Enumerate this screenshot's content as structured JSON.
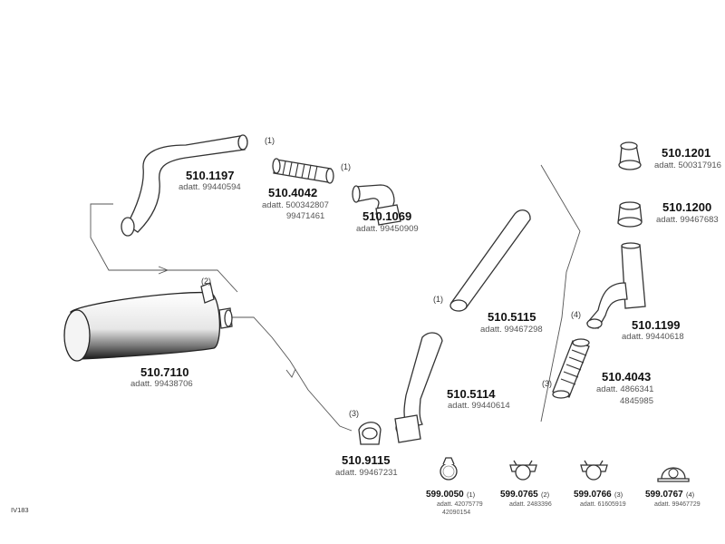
{
  "parts": {
    "p5101197": {
      "number": "510.1197",
      "alt": "adatt. 99440594"
    },
    "p5104042": {
      "ref": "(1)",
      "number": "510.4042",
      "alt1": "adatt. 500342807",
      "alt2": "99471461"
    },
    "p5101069": {
      "ref": "(1)",
      "number": "510.1069",
      "alt": "adatt. 99450909"
    },
    "p5107110": {
      "ref": "(2)",
      "number": "510.7110",
      "alt": "adatt. 99438706"
    },
    "p5109115": {
      "ref": "(3)",
      "number": "510.9115",
      "alt": "adatt. 99467231"
    },
    "p5105114": {
      "number": "510.5114",
      "alt": "adatt. 99440614"
    },
    "p5105115": {
      "ref": "(1)",
      "number": "510.5115",
      "alt": "adatt. 99467298"
    },
    "p5101201": {
      "number": "510.1201",
      "alt": "adatt. 500317916"
    },
    "p5101200": {
      "number": "510.1200",
      "alt": "adatt. 99467683"
    },
    "p5101199": {
      "ref": "(4)",
      "number": "510.1199",
      "alt": "adatt. 99440618"
    },
    "p5104043": {
      "ref": "(3)",
      "number": "510.4043",
      "alt1": "adatt. 4866341",
      "alt2": "4845985"
    }
  },
  "clamps": [
    {
      "number": "599.0050",
      "ref": "(1)",
      "alt1": "adatt. 42075779",
      "alt2": "42090154"
    },
    {
      "number": "599.0765",
      "ref": "(2)",
      "alt1": "adatt. 2483396",
      "alt2": ""
    },
    {
      "number": "599.0766",
      "ref": "(3)",
      "alt1": "adatt. 61605919",
      "alt2": ""
    },
    {
      "number": "599.0767",
      "ref": "(4)",
      "alt1": "adatt. 99467729",
      "alt2": ""
    }
  ],
  "diagram_code": "IV183"
}
